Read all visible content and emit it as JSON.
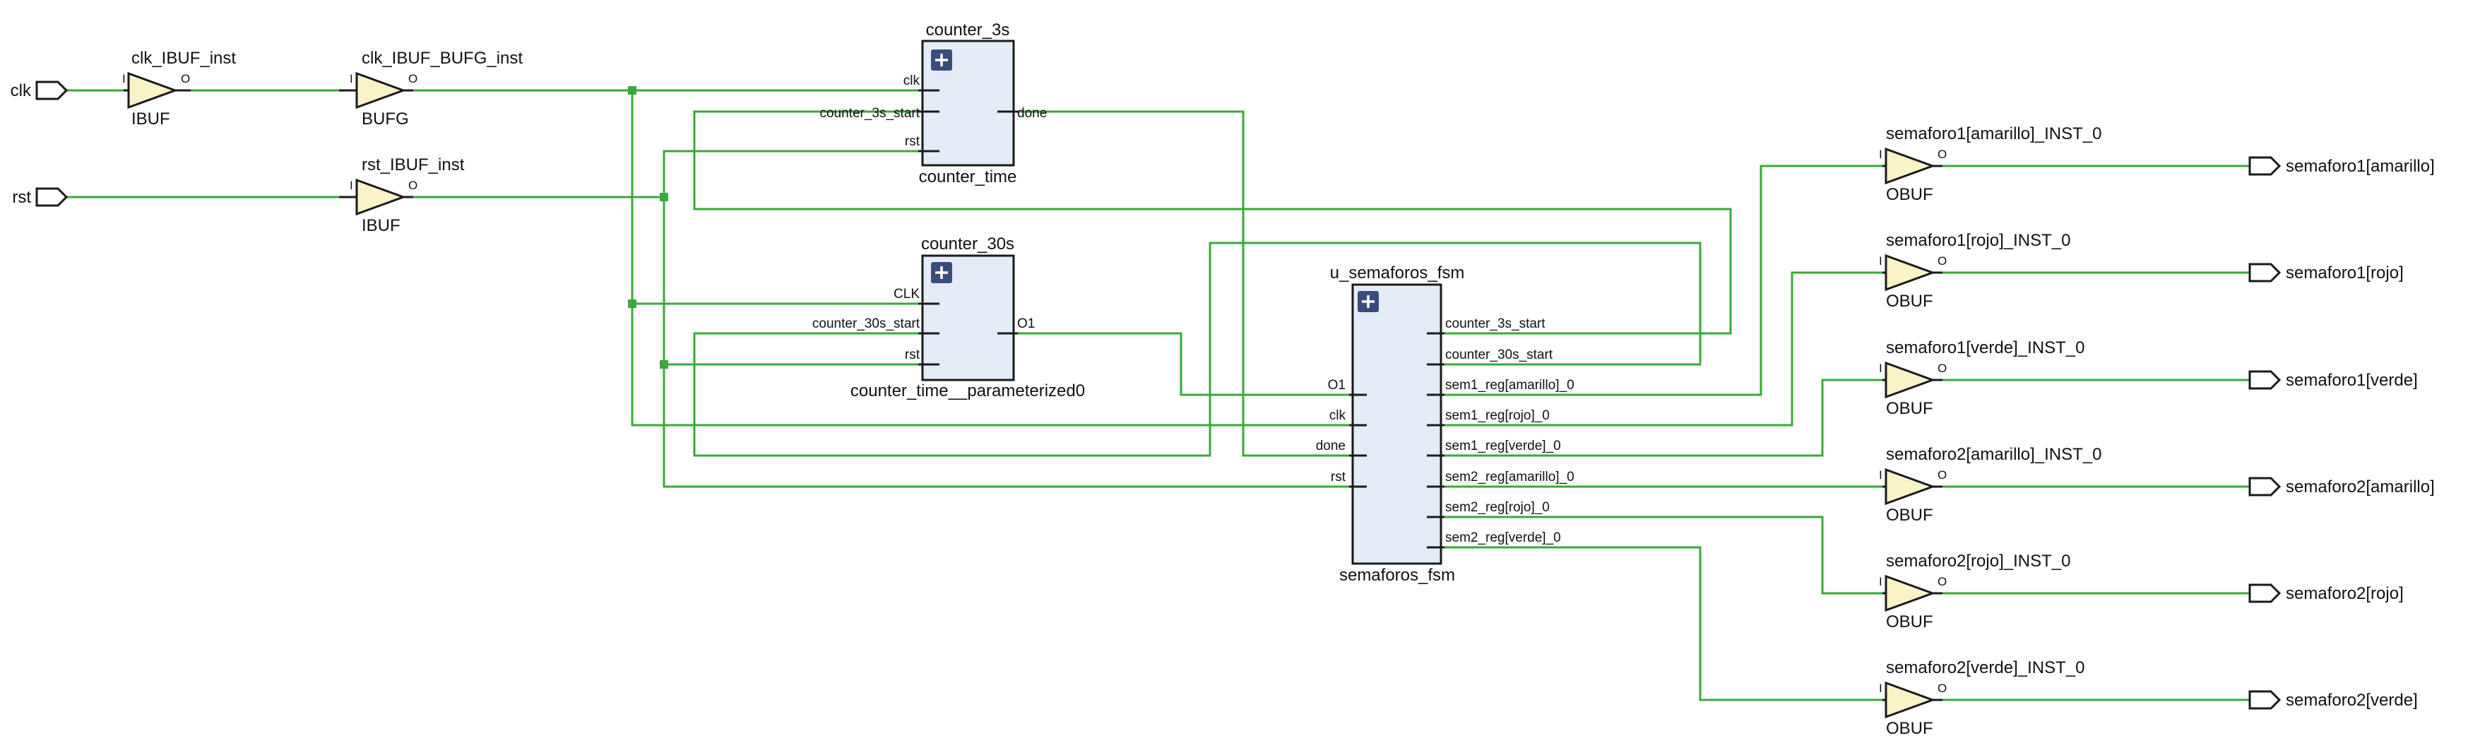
{
  "ports": {
    "in": [
      "clk",
      "rst"
    ],
    "out": [
      "semaforo1[amarillo]",
      "semaforo1[rojo]",
      "semaforo1[verde]",
      "semaforo2[amarillo]",
      "semaforo2[rojo]",
      "semaforo2[verde]"
    ]
  },
  "buffers": {
    "clk_ibuf": {
      "name": "clk_IBUF_inst",
      "type": "IBUF",
      "pin_in": "I",
      "pin_out": "O"
    },
    "clk_bufg": {
      "name": "clk_IBUF_BUFG_inst",
      "type": "BUFG",
      "pin_in": "I",
      "pin_out": "O"
    },
    "rst_ibuf": {
      "name": "rst_IBUF_inst",
      "type": "IBUF",
      "pin_in": "I",
      "pin_out": "O"
    },
    "obuf": [
      {
        "name": "semaforo1[amarillo]_INST_0",
        "type": "OBUF",
        "pin_in": "I",
        "pin_out": "O"
      },
      {
        "name": "semaforo1[rojo]_INST_0",
        "type": "OBUF",
        "pin_in": "I",
        "pin_out": "O"
      },
      {
        "name": "semaforo1[verde]_INST_0",
        "type": "OBUF",
        "pin_in": "I",
        "pin_out": "O"
      },
      {
        "name": "semaforo2[amarillo]_INST_0",
        "type": "OBUF",
        "pin_in": "I",
        "pin_out": "O"
      },
      {
        "name": "semaforo2[rojo]_INST_0",
        "type": "OBUF",
        "pin_in": "I",
        "pin_out": "O"
      },
      {
        "name": "semaforo2[verde]_INST_0",
        "type": "OBUF",
        "pin_in": "I",
        "pin_out": "O"
      }
    ]
  },
  "blocks": {
    "counter_3s": {
      "name": "counter_3s",
      "module": "counter_time",
      "inputs": [
        "clk",
        "counter_3s_start",
        "rst"
      ],
      "outputs": [
        "done"
      ]
    },
    "counter_30s": {
      "name": "counter_30s",
      "module": "counter_time__parameterized0",
      "inputs": [
        "CLK",
        "counter_30s_start",
        "rst"
      ],
      "outputs": [
        "O1"
      ]
    },
    "fsm": {
      "name": "u_semaforos_fsm",
      "module": "semaforos_fsm",
      "inputs": [
        "O1",
        "clk",
        "done",
        "rst"
      ],
      "outputs": [
        "counter_3s_start",
        "counter_30s_start",
        "sem1_reg[amarillo]_0",
        "sem1_reg[rojo]_0",
        "sem1_reg[verde]_0",
        "sem2_reg[amarillo]_0",
        "sem2_reg[rojo]_0",
        "sem2_reg[verde]_0"
      ]
    }
  },
  "colors": {
    "wire": "#3aa83a",
    "block_fill": "#e3ecf7",
    "buffer_fill": "#fbf3c8",
    "expand_button": "#3a4d7a"
  }
}
